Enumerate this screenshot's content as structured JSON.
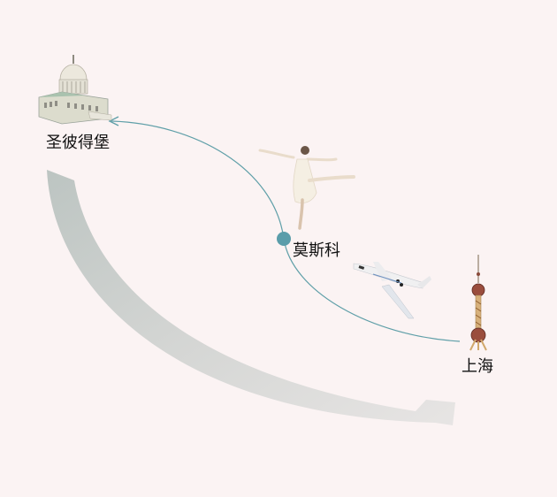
{
  "diagram": {
    "type": "route-map",
    "background": "#fbf3f3",
    "route_color": "#5f9fa8",
    "node_color": "#5a9daa",
    "big_arrow_color": "#c8cccb",
    "nodes": [
      {
        "id": "st-petersburg",
        "label": "圣彼得堡",
        "icon": "capitol-building-icon"
      },
      {
        "id": "moscow",
        "label": "莫斯科",
        "icon": "route-node-dot"
      },
      {
        "id": "shanghai",
        "label": "上海",
        "icon": "tv-tower-icon"
      }
    ],
    "decorations": [
      {
        "id": "ballerina",
        "icon": "ballerina-icon"
      },
      {
        "id": "airplane",
        "icon": "airplane-icon"
      }
    ],
    "edges": [
      {
        "from": "shanghai",
        "to": "moscow",
        "style": "thin-line"
      },
      {
        "from": "moscow",
        "to": "st-petersburg",
        "style": "thin-arrow"
      },
      {
        "from": "st-petersburg",
        "to": "shanghai",
        "style": "wide-gray-arrow"
      }
    ]
  }
}
